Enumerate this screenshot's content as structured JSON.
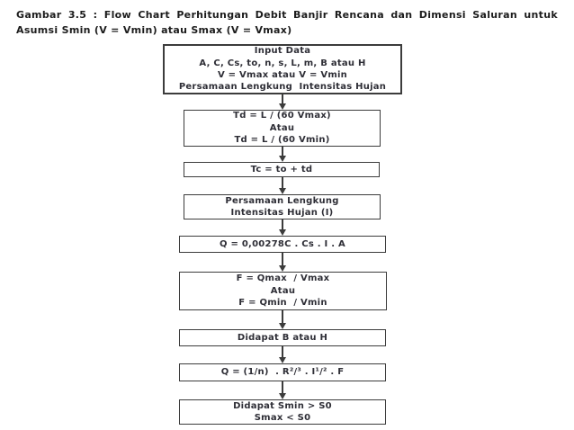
{
  "caption": {
    "line1": "Gambar 3.5 : Flow Chart Perhitungan Debit Banjir Rencana dan Dimensi Saluran untuk",
    "line2": "Asumsi Smin (V = Vmin) atau Smax (V = Vmax)"
  },
  "flowchart": {
    "boxes": [
      {
        "id": "input-data",
        "lines": [
          "Input Data",
          "A, C, Cs, to, n, s, L, m, B atau H",
          "V = Vmax atau V = Vmin",
          "Persamaan Lengkung  Intensitas Hujan"
        ]
      },
      {
        "id": "td-formula",
        "lines": [
          "Td = L / (60 Vmax)",
          "Atau",
          "Td = L / (60 Vmin)"
        ]
      },
      {
        "id": "tc-formula",
        "lines": [
          "Tc = to + td"
        ]
      },
      {
        "id": "persamaan-lengkung",
        "lines": [
          "Persamaan Lengkung",
          "Intensitas Hujan (I)"
        ]
      },
      {
        "id": "q-rasional",
        "lines": [
          "Q = 0,00278C . Cs . I . A"
        ]
      },
      {
        "id": "f-formula",
        "lines": [
          "F = Qmax  / Vmax",
          "Atau",
          "F = Qmin  / Vmin"
        ]
      },
      {
        "id": "didapat-b-h",
        "lines": [
          "Didapat B atau H"
        ]
      },
      {
        "id": "q-manning",
        "lines": [
          "Q = (1/n)  . R²/³ . I¹/² . F"
        ]
      },
      {
        "id": "didapat-s",
        "lines": [
          "Didapat Smin > S0",
          "Smax < S0"
        ]
      }
    ]
  },
  "colors": {
    "line": "#3c3c3c",
    "text": "#2e2e36",
    "caption_text": "#1c1c1c",
    "background": "#ffffff"
  }
}
